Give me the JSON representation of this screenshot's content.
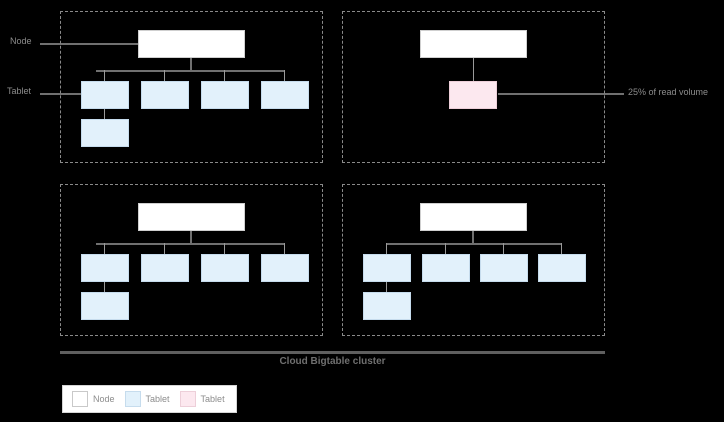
{
  "diagram": {
    "title": "Cloud Bigtable cluster",
    "annotations": {
      "node_label": "Node",
      "tablet_label": "Tablet",
      "hot_tablet_label": "25% of read volume"
    },
    "colors": {
      "node_fill": "#ffffff",
      "node_border": "#cfcfcf",
      "tablet_fill": "#e2f1fb",
      "tablet_border": "#c6dced",
      "hot_tablet_fill": "#fce8ef",
      "hot_tablet_border": "#edcfd9",
      "panel_border": "#8a8a8a",
      "connector": "#707070",
      "background": "#000000",
      "text": "#8c8c8c"
    },
    "panels": [
      {
        "id": "node-top-left",
        "node": {
          "label": ""
        },
        "tablets": [
          {
            "label": "",
            "kind": "tablet"
          },
          {
            "label": "",
            "kind": "tablet"
          },
          {
            "label": "",
            "kind": "tablet"
          },
          {
            "label": "",
            "kind": "tablet"
          }
        ],
        "extra_tablets": [
          {
            "label": "",
            "kind": "tablet"
          }
        ],
        "tablet_count": 5
      },
      {
        "id": "node-top-right",
        "node": {
          "label": ""
        },
        "tablets": [
          {
            "label": "",
            "kind": "hot-tablet"
          }
        ],
        "extra_tablets": [],
        "tablet_count": 1
      },
      {
        "id": "node-bottom-left",
        "node": {
          "label": ""
        },
        "tablets": [
          {
            "label": "",
            "kind": "tablet"
          },
          {
            "label": "",
            "kind": "tablet"
          },
          {
            "label": "",
            "kind": "tablet"
          },
          {
            "label": "",
            "kind": "tablet"
          }
        ],
        "extra_tablets": [
          {
            "label": "",
            "kind": "tablet"
          }
        ],
        "tablet_count": 5
      },
      {
        "id": "node-bottom-right",
        "node": {
          "label": ""
        },
        "tablets": [
          {
            "label": "",
            "kind": "tablet"
          },
          {
            "label": "",
            "kind": "tablet"
          },
          {
            "label": "",
            "kind": "tablet"
          },
          {
            "label": "",
            "kind": "tablet"
          }
        ],
        "extra_tablets": [
          {
            "label": "",
            "kind": "tablet"
          }
        ],
        "tablet_count": 5
      }
    ],
    "legend": {
      "items": [
        {
          "label": "Node",
          "swatch": "#ffffff",
          "border": "#c9c9c9"
        },
        {
          "label": "Tablet",
          "swatch": "#e2f1fb",
          "border": "#c6dced"
        },
        {
          "label": "Tablet",
          "swatch": "#fce8ef",
          "border": "#edcfd9"
        }
      ]
    }
  }
}
